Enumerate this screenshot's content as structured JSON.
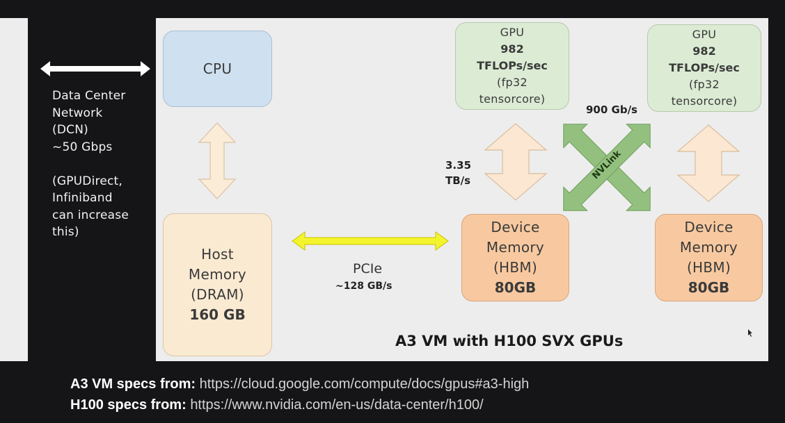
{
  "dcn": {
    "lines": [
      "Data Center",
      "Network",
      "(DCN)",
      "~50 Gbps",
      "",
      "(GPUDirect,",
      "Infiniband",
      "can increase",
      "this)"
    ]
  },
  "cpu": {
    "label": "CPU"
  },
  "host": {
    "l1": "Host",
    "l2": "Memory",
    "l3": "(DRAM)",
    "size": "160 GB"
  },
  "gpu1": {
    "l1": "GPU",
    "b1": "982",
    "b2": "TFLOPs/sec",
    "l2": "(fp32",
    "l3": "tensorcore)"
  },
  "gpu2": {
    "l1": "GPU",
    "b1": "982",
    "b2": "TFLOPs/sec",
    "l2": "(fp32",
    "l3": "tensorcore)"
  },
  "dev1": {
    "l1": "Device",
    "l2": "Memory",
    "l3": "(HBM)",
    "size": "80GB"
  },
  "dev2": {
    "l1": "Device",
    "l2": "Memory",
    "l3": "(HBM)",
    "size": "80GB"
  },
  "links": {
    "hbm_bw_1": "3.35",
    "hbm_bw_2": "TB/s",
    "nvlink_bw": "900 Gb/s",
    "nvlink_label": "NVLink",
    "pcie_label": "PCIe",
    "pcie_bw": "~128 GB/s"
  },
  "vm_title": "A3 VM with H100 SVX GPUs",
  "footer": {
    "a3_label": "A3 VM specs from:",
    "a3_url": "https://cloud.google.com/compute/docs/gpus#a3-high",
    "h100_label": "H100 specs from:",
    "h100_url": "https://www.nvidia.com/en-us/data-center/h100/"
  },
  "colors": {
    "background": "#151517",
    "panel": "#ededed",
    "cpu": "#cfe0f0",
    "host_memory": "#faead2",
    "gpu": "#dcebd4",
    "device_memory": "#f8c9a0",
    "pcie_arrow": "#f4f42e",
    "nvlink_arrow": "#93c07f"
  }
}
